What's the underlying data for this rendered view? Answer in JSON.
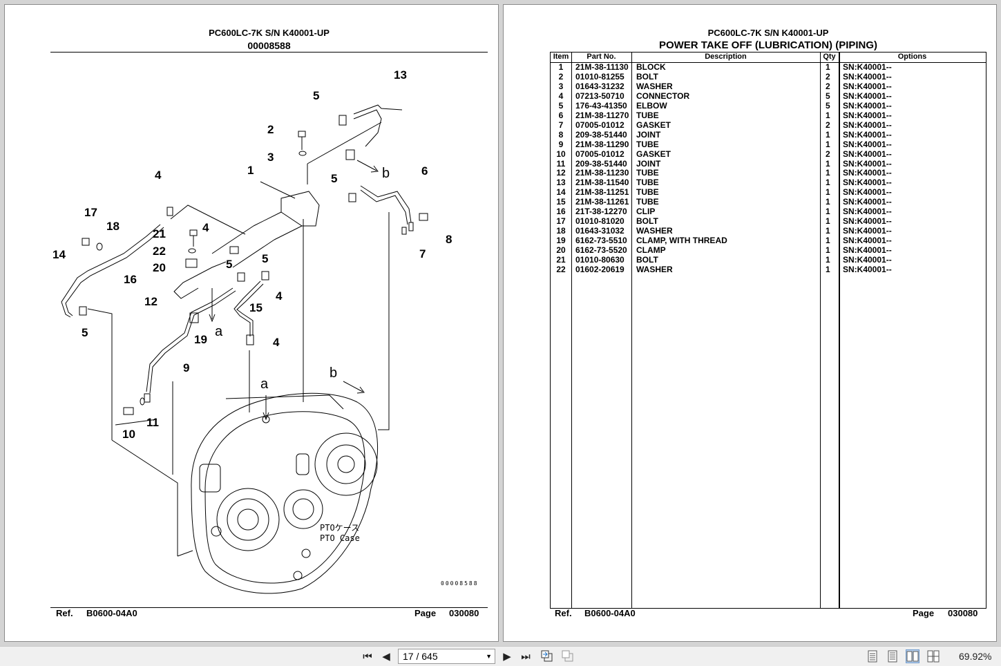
{
  "viewer": {
    "page_indicator": "17 / 645",
    "zoom": "69.92%",
    "icons": [
      "first-page-icon",
      "prev-page-icon",
      "next-page-icon",
      "last-page-icon",
      "back-view-icon",
      "forward-view-icon",
      "single-page-icon",
      "continuous-icon",
      "facing-icon",
      "continuous-facing-icon"
    ]
  },
  "left_page": {
    "model": "PC600LC-7K S/N K40001-UP",
    "drawing_id": "00008588",
    "drawing_code": "00008588",
    "case_label_jp": "PTOケース",
    "case_label_en": "PTO Case",
    "ref_label": "Ref.",
    "ref_value": "B0600-04A0",
    "page_label": "Page",
    "page_value": "030080",
    "callouts": [
      "13",
      "5",
      "2",
      "3",
      "1",
      "5",
      "b",
      "6",
      "4",
      "17",
      "18",
      "21",
      "4",
      "22",
      "5",
      "5",
      "14",
      "16",
      "20",
      "12",
      "8",
      "7",
      "4",
      "15",
      "a",
      "19",
      "4",
      "9",
      "a",
      "b",
      "5",
      "11",
      "10"
    ]
  },
  "right_page": {
    "model": "PC600LC-7K S/N K40001-UP",
    "title": "POWER TAKE OFF (LUBRICATION) (PIPING)",
    "columns": [
      "Item",
      "Part No.",
      "Description",
      "Qty",
      "Options"
    ],
    "rows": [
      [
        "1",
        "21M-38-11130",
        "BLOCK",
        "1",
        "SN:K40001--"
      ],
      [
        "2",
        "01010-81255",
        "BOLT",
        "2",
        "SN:K40001--"
      ],
      [
        "3",
        "01643-31232",
        "WASHER",
        "2",
        "SN:K40001--"
      ],
      [
        "4",
        "07213-50710",
        "CONNECTOR",
        "5",
        "SN:K40001--"
      ],
      [
        "5",
        "176-43-41350",
        "ELBOW",
        "5",
        "SN:K40001--"
      ],
      [
        "6",
        "21M-38-11270",
        "TUBE",
        "1",
        "SN:K40001--"
      ],
      [
        "7",
        "07005-01012",
        "GASKET",
        "2",
        "SN:K40001--"
      ],
      [
        "8",
        "209-38-51440",
        "JOINT",
        "1",
        "SN:K40001--"
      ],
      [
        "9",
        "21M-38-11290",
        "TUBE",
        "1",
        "SN:K40001--"
      ],
      [
        "10",
        "07005-01012",
        "GASKET",
        "2",
        "SN:K40001--"
      ],
      [
        "11",
        "209-38-51440",
        "JOINT",
        "1",
        "SN:K40001--"
      ],
      [
        "12",
        "21M-38-11230",
        "TUBE",
        "1",
        "SN:K40001--"
      ],
      [
        "13",
        "21M-38-11540",
        "TUBE",
        "1",
        "SN:K40001--"
      ],
      [
        "14",
        "21M-38-11251",
        "TUBE",
        "1",
        "SN:K40001--"
      ],
      [
        "15",
        "21M-38-11261",
        "TUBE",
        "1",
        "SN:K40001--"
      ],
      [
        "16",
        "21T-38-12270",
        "CLIP",
        "1",
        "SN:K40001--"
      ],
      [
        "17",
        "01010-81020",
        "BOLT",
        "1",
        "SN:K40001--"
      ],
      [
        "18",
        "01643-31032",
        "WASHER",
        "1",
        "SN:K40001--"
      ],
      [
        "19",
        "6162-73-5510",
        "CLAMP, WITH THREAD",
        "1",
        "SN:K40001--"
      ],
      [
        "20",
        "6162-73-5520",
        "CLAMP",
        "1",
        "SN:K40001--"
      ],
      [
        "21",
        "01010-80630",
        "BOLT",
        "1",
        "SN:K40001--"
      ],
      [
        "22",
        "01602-20619",
        "WASHER",
        "1",
        "SN:K40001--"
      ]
    ],
    "ref_label": "Ref.",
    "ref_value": "B0600-04A0",
    "page_label": "Page",
    "page_value": "030080"
  }
}
